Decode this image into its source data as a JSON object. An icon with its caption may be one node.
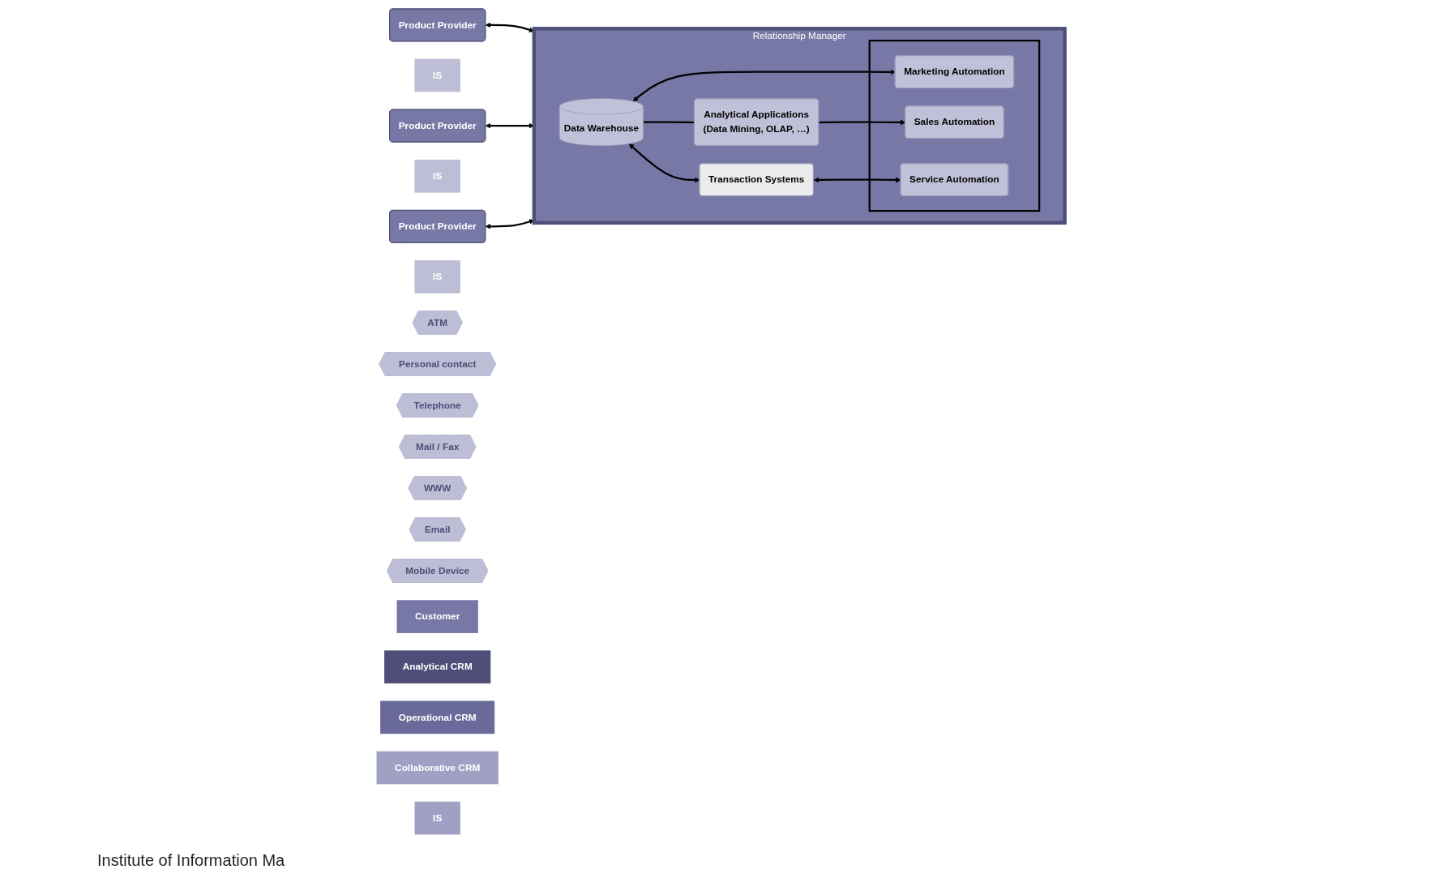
{
  "diagram": {
    "nodes": [
      {
        "text": [
          "Product Provider"
        ]
      },
      {
        "text": [
          "IS"
        ]
      },
      {
        "text": [
          "Product Provider"
        ]
      },
      {
        "text": [
          "IS"
        ]
      },
      {
        "text": [
          "Product Provider"
        ]
      },
      {
        "text": [
          "IS"
        ]
      },
      {
        "text": [
          "Relationship Manager"
        ]
      },
      {
        "text": [
          "Data Warehouse"
        ],
        "in": 6
      },
      {
        "text": [
          "Analytical Applications",
          "(Data Mining, OLAP, …)"
        ],
        "in": 6
      },
      {
        "text": [
          "Transaction Systems"
        ],
        "in": 6
      },
      {
        "text": [],
        "shape": "box",
        "in": 6
      },
      {
        "text": [
          "Marketing Automation"
        ],
        "in": 10
      },
      {
        "text": [
          "Sales Automation"
        ],
        "in": 10
      },
      {
        "text": [
          "Service Automation"
        ],
        "in": 10
      },
      {
        "text": [
          "ATM"
        ]
      },
      {
        "text": [
          "Personal contact"
        ]
      },
      {
        "text": [
          "Telephone"
        ]
      },
      {
        "text": [
          "Mail / Fax"
        ]
      },
      {
        "text": [
          "WWW"
        ]
      },
      {
        "text": [
          "Email"
        ]
      },
      {
        "text": [
          "Mobile Device"
        ]
      },
      {
        "text": [
          "Customer"
        ]
      },
      {
        "text": [
          "Analytical CRM"
        ]
      },
      {
        "text": [
          "Operational CRM"
        ]
      },
      {
        "text": [
          "Collaborative CRM"
        ]
      },
      {
        "text": [
          "IS"
        ]
      }
    ],
    "edges": [
      {
        "from": 0,
        "to": 6,
        "arrow": "both"
      },
      {
        "from": 2,
        "to": 6,
        "arrow": "both"
      },
      {
        "from": 4,
        "to": 6,
        "arrow": "both"
      },
      {
        "from": 7,
        "to": 11,
        "arrow": "both"
      },
      {
        "from": 7,
        "to": 8,
        "arrow": "none"
      },
      {
        "from": 8,
        "to": 12,
        "arrow": "to"
      },
      {
        "from": 7,
        "to": 9,
        "arrow": "both"
      },
      {
        "from": 9,
        "to": 13,
        "arrow": "both"
      }
    ],
    "labels": [
      "Institute of Information Ma"
    ]
  }
}
